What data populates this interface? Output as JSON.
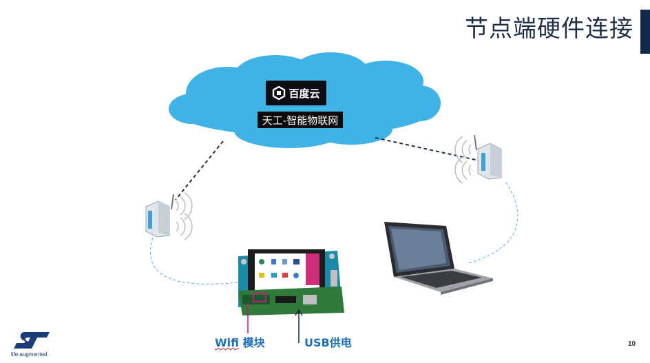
{
  "slide": {
    "title": "节点端硬件连接",
    "page_number": "10"
  },
  "cloud": {
    "brand_name": "百度云",
    "service_name": "天工-智能物联网"
  },
  "labels": {
    "wifi_prefix": "Wifi",
    "wifi_suffix": " 模块",
    "usb": "USB供电"
  },
  "footer": {
    "tagline": "life.augmented"
  },
  "colors": {
    "cloud": "#3fb2e6",
    "title_bar": "#10294d",
    "label_blue": "#1a6fc0",
    "wifi_pointer": "#d0127a",
    "st_blue": "#1a3c7a"
  },
  "icons": {
    "cloud": "cloud-icon",
    "router": "wireless-router-icon",
    "laptop": "laptop-icon",
    "board": "dev-board-icon",
    "st_logo": "st-logo-icon"
  }
}
